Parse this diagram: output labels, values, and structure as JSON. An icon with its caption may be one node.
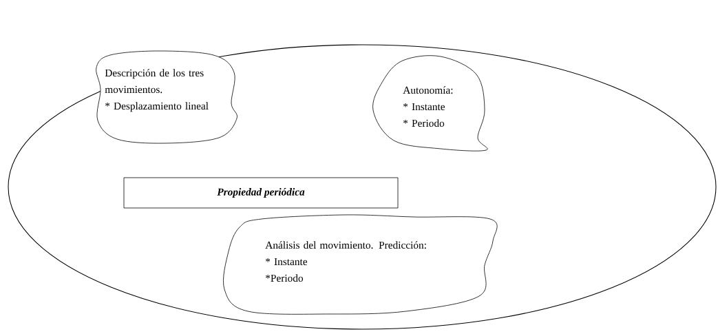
{
  "diagram": {
    "nodes": [
      {
        "text": [],
        "shape": "ellipse"
      },
      {
        "text": [
          "Descripción de los tres movimientos.",
          "* Desplazamiento lineal"
        ],
        "in": 0
      },
      {
        "text": [
          "Autonomía:",
          "* Instante",
          "* Periodo"
        ],
        "in": 0
      },
      {
        "text": [
          "Propiedad periódica"
        ],
        "in": 0
      },
      {
        "text": [
          "Análisis del movimiento. Predicción:",
          "* Instante",
          "*Periodo"
        ],
        "in": 0
      }
    ]
  }
}
